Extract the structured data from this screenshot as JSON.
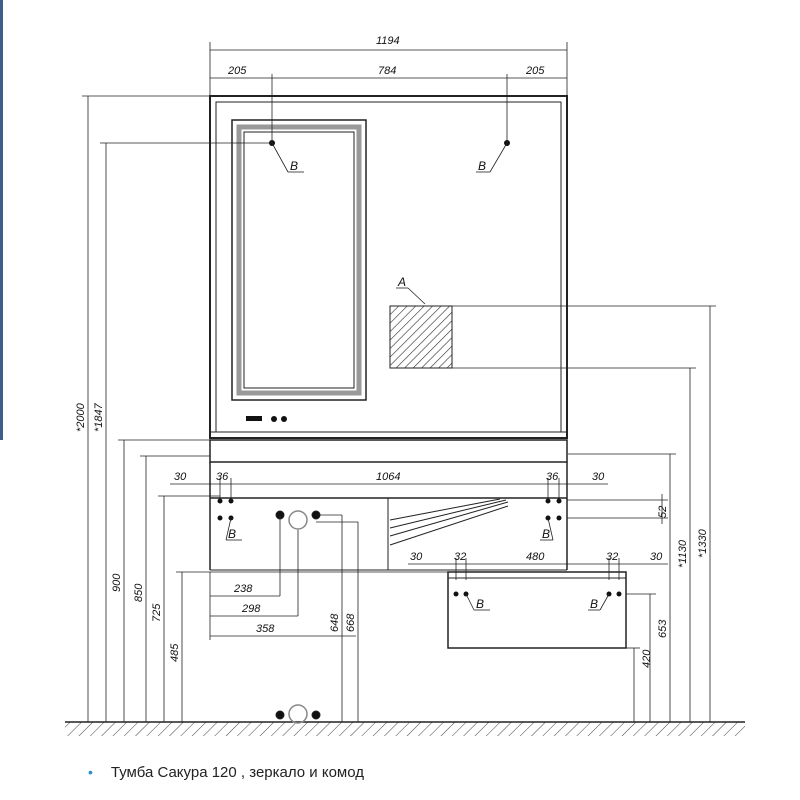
{
  "drawing": {
    "dims": {
      "total_width": "1194",
      "mirror_side_left": "205",
      "mirror_middle": "784",
      "mirror_side_right": "205",
      "cab_left_30": "30",
      "cab_left_36": "36",
      "cab_span": "1064",
      "cab_right_36": "36",
      "cab_right_30": "30",
      "chest_left_30": "30",
      "chest_left_32": "32",
      "chest_span": "480",
      "chest_right_32": "32",
      "chest_right_30": "30",
      "pipe_238": "238",
      "pipe_298": "298",
      "pipe_358": "358",
      "h_2000": "*2000",
      "h_1847": "*1847",
      "h_900": "900",
      "h_850": "850",
      "h_725": "725",
      "h_485": "485",
      "h_648": "648",
      "h_668": "668",
      "h_52": "52",
      "h_1130": "*1130",
      "h_1330": "*1330",
      "h_653": "653",
      "h_420": "420"
    },
    "labels": {
      "b": "B",
      "a": "A"
    }
  },
  "caption": {
    "bullet": "•",
    "text": "Тумба Сакура 120 , зеркало и комод"
  }
}
